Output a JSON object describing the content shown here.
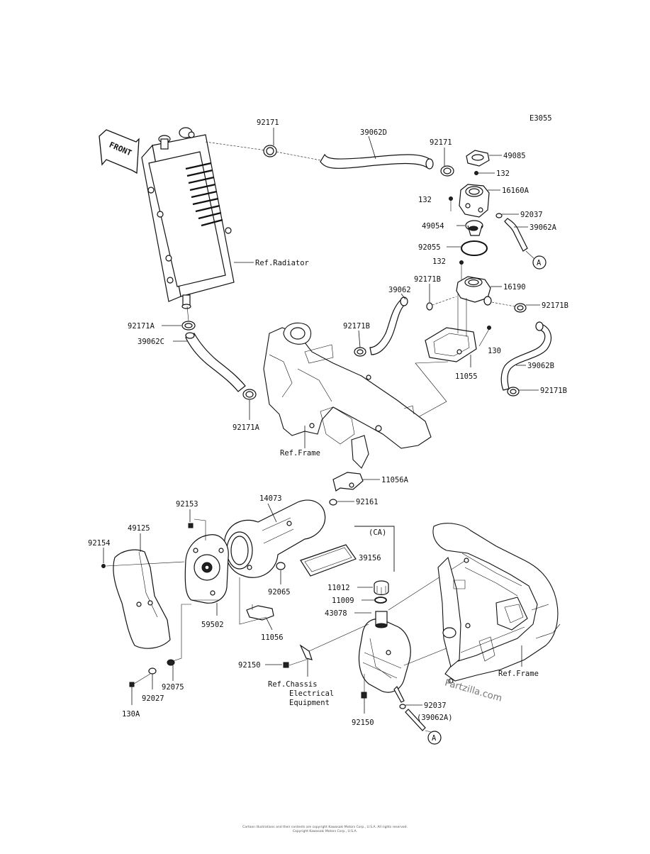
{
  "diagram_code": "E3055",
  "front_label": "FRONT",
  "watermark": "Partzilla.com",
  "callouts": {
    "c92171_top": "92171",
    "c39062d": "39062D",
    "c92171_right": "92171",
    "c49085": "49085",
    "c132_a": "132",
    "c16160a": "16160A",
    "c132_b": "132",
    "c92037_top": "92037",
    "c49054": "49054",
    "c39062a": "39062A",
    "c92055": "92055",
    "c132_c": "132",
    "c92171b_a": "92171B",
    "c16190": "16190",
    "c39062": "39062",
    "c92171b_b": "92171B",
    "c92171b_c": "92171B",
    "c130": "130",
    "c11055": "11055",
    "c39062b": "39062B",
    "c92171b_d": "92171B",
    "c92171a_top": "92171A",
    "c39062c": "39062C",
    "c92171a_bottom": "92171A",
    "c11056a": "11056A",
    "c14073": "14073",
    "c92161": "92161",
    "c92153": "92153",
    "c49125": "49125",
    "c92154": "92154",
    "c39156": "39156",
    "c_ca": "(CA)",
    "c92065": "92065",
    "c59502": "59502",
    "c11056": "11056",
    "c11012": "11012",
    "c11009": "11009",
    "c43078": "43078",
    "c92150_left": "92150",
    "c92150_bottom": "92150",
    "c92037_bottom": "92037",
    "c39062a_paren": "(39062A)",
    "c92075": "92075",
    "c92027": "92027",
    "c130a": "130A"
  },
  "refs": {
    "radiator": "Ref.Radiator",
    "frame_top": "Ref.Frame",
    "frame_bottom": "Ref.Frame",
    "chassis_1": "Ref.Chassis",
    "chassis_2": "Electrical",
    "chassis_3": "Equipment"
  },
  "connectors": {
    "a_top": "A",
    "a_bottom": "A"
  },
  "footer": {
    "line1": "Cartoon illustrations and their contents are copyright Kawasaki Motors Corp., U.S.A. All rights reserved.",
    "line2": "Copyright Kawasaki Motors Corp., U.S.A."
  }
}
